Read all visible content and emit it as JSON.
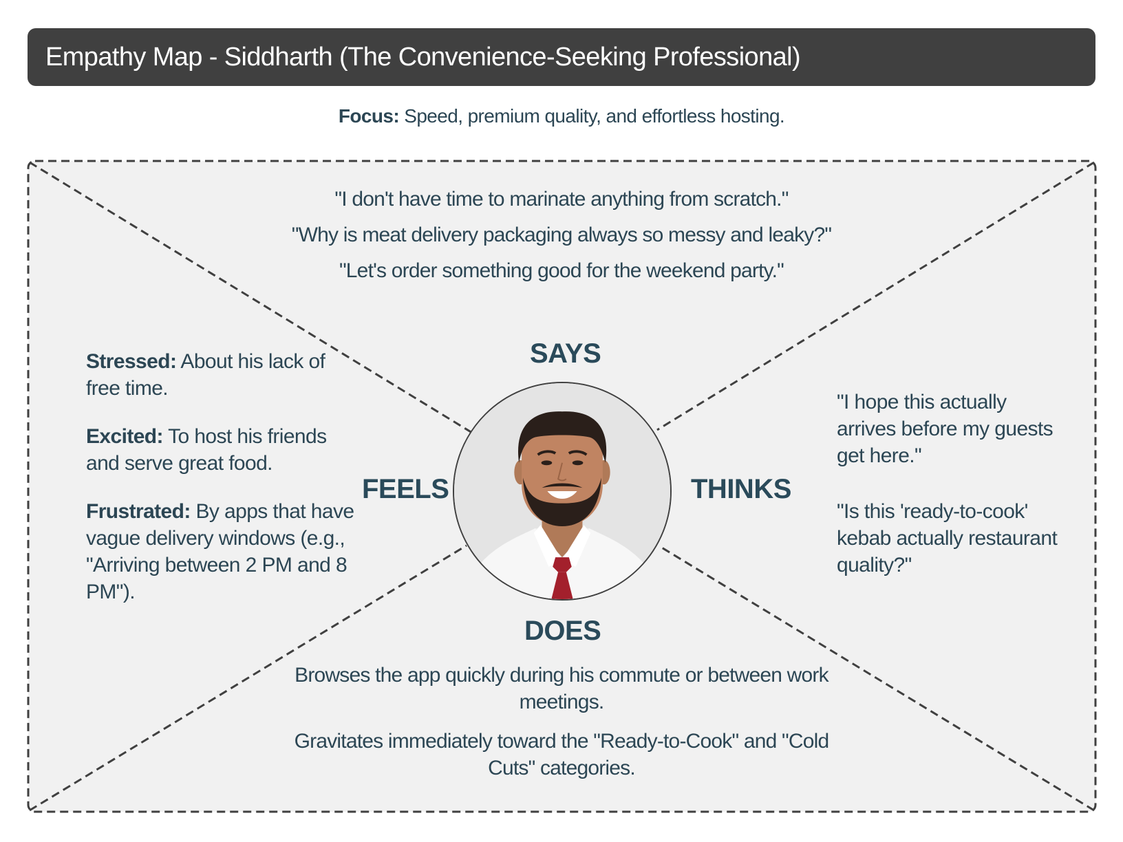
{
  "header": {
    "title": "Empathy Map - Siddharth (The Convenience-Seeking Professional)"
  },
  "focus": {
    "label": "Focus:",
    "text": " Speed, premium quality, and effortless hosting."
  },
  "quadrants": {
    "says": {
      "label": "SAYS",
      "items": [
        "\"I don't have time to marinate anything from scratch.\"",
        "\"Why is meat delivery packaging always so messy and leaky?\"",
        "\"Let's order something good for the weekend party.\""
      ]
    },
    "feels": {
      "label": "FEELS",
      "items": [
        {
          "term": "Stressed:",
          "text": " About his lack of free time."
        },
        {
          "term": "Excited:",
          "text": " To host his friends and serve great food."
        },
        {
          "term": "Frustrated:",
          "text": " By apps that have vague delivery windows (e.g., \"Arriving between 2 PM and 8 PM\")."
        }
      ]
    },
    "thinks": {
      "label": "THINKS",
      "items": [
        "\"I hope this actually arrives before my guests get here.\"",
        "\"Is this 'ready-to-cook' kebab actually restaurant quality?\""
      ]
    },
    "does": {
      "label": "DOES",
      "items": [
        "Browses the app quickly during his commute or between work meetings.",
        "Gravitates immediately toward the \"Ready-to-Cook\" and \"Cold Cuts\" categories."
      ]
    }
  },
  "persona": {
    "name": "Siddharth",
    "avatar_icon": "person-photo"
  },
  "colors": {
    "header_bg": "#404040",
    "header_text": "#ffffff",
    "body_text": "#2c4654",
    "label_text": "#2a4a5a",
    "map_bg": "#f1f1f1",
    "dash_stroke": "#404040",
    "tie": "#a3202c"
  }
}
